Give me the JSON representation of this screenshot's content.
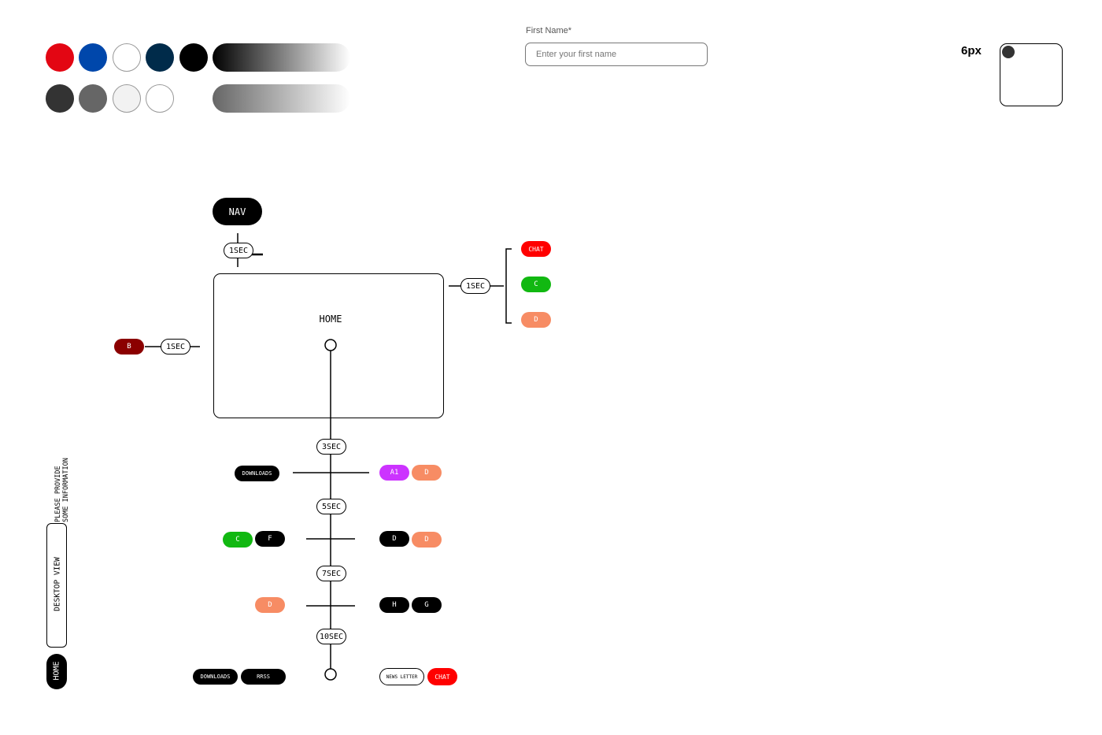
{
  "palette": {
    "row1": [
      "#e30613",
      "#0047ab",
      "#ffffff",
      "#002b4a",
      "#000000"
    ],
    "row2": [
      "#333333",
      "#666666",
      "#f2f2f2",
      "#ffffff"
    ],
    "gradient1": [
      "#000000",
      "#ffffff"
    ],
    "gradient2": [
      "#666666",
      "#ffffff"
    ]
  },
  "form": {
    "first_name_label": "First Name*",
    "first_name_placeholder": "Enter your first name"
  },
  "radius_demo": {
    "label": "6px"
  },
  "diagram": {
    "nav": "NAV",
    "home": "HOME",
    "timer_top": "1SEC",
    "timer_right": "1SEC",
    "timer_left": "1SEC",
    "timer_3": "3SEC",
    "timer_5": "5SEC",
    "timer_7": "7SEC",
    "timer_10": "10SEC",
    "right_chat": "CHAT",
    "right_c": "C",
    "right_d": "D",
    "left_b": "B",
    "row3_left": "DOWNLOADS",
    "row3_right_a1": "A1",
    "row3_right_d": "D",
    "row5_left_c": "C",
    "row5_left_f": "F",
    "row5_right_d1": "D",
    "row5_right_d2": "D",
    "row7_left_d": "D",
    "row7_right_h": "H",
    "row7_right_g": "G",
    "row10_left_downloads": "DOWNLOADS",
    "row10_left_rrss": "RRSS",
    "row10_right_newsletter": "NEWS LETTER",
    "row10_right_chat": "CHAT"
  },
  "side": {
    "info_line1": "PLEASE PROVIDE",
    "info_line2": "SOME INFORMATION",
    "desktop_view": "DESKTOP VIEW",
    "home": "HOME"
  }
}
